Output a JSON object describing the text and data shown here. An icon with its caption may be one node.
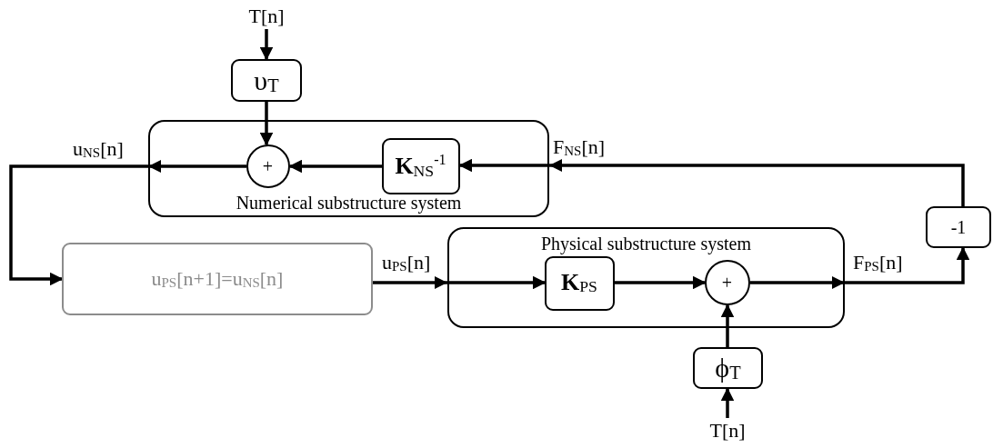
{
  "diagram": {
    "nodes": [
      {
        "text": [
          "T[n]"
        ]
      },
      {
        "text": [
          "υ$_{T}$"
        ]
      },
      {
        "text": [
          "Numerical substructure system"
        ]
      },
      {
        "text": [
          "+"
        ],
        "in": 2
      },
      {
        "text": [
          "**K**$_{NS}$$^{-1}$"
        ],
        "in": 2
      },
      {
        "text": [
          "u$_{PS}$[n+1]=u$_{NS}$[n]"
        ]
      },
      {
        "text": [
          "Physical substructure system"
        ]
      },
      {
        "text": [
          "**K**$_{PS}$"
        ],
        "in": 6
      },
      {
        "text": [
          "+"
        ],
        "in": 6
      },
      {
        "text": [
          "ϕ$_{T}$"
        ]
      },
      {
        "text": [
          "T[n]"
        ]
      },
      {
        "text": [
          "-1"
        ]
      }
    ],
    "edges": [
      {
        "from": 0,
        "to": 1,
        "arrow": "to"
      },
      {
        "from": 1,
        "to": 3,
        "arrow": "to"
      },
      {
        "from": 4,
        "to": 3,
        "arrow": "to"
      },
      {
        "from": 11,
        "to": 4,
        "arrow": "to",
        "label": "F$_{NS}$[n]"
      },
      {
        "from": 3,
        "to": 5,
        "arrow": "to",
        "label": "u$_{NS}$[n]"
      },
      {
        "from": 5,
        "to": 7,
        "arrow": "to",
        "label": "u$_{PS}$[n]"
      },
      {
        "from": 7,
        "to": 8,
        "arrow": "to"
      },
      {
        "from": 8,
        "to": 11,
        "arrow": "to",
        "label": "F$_{PS}$[n]"
      },
      {
        "from": 10,
        "to": 9,
        "arrow": "to"
      },
      {
        "from": 9,
        "to": 8,
        "arrow": "to"
      }
    ]
  }
}
